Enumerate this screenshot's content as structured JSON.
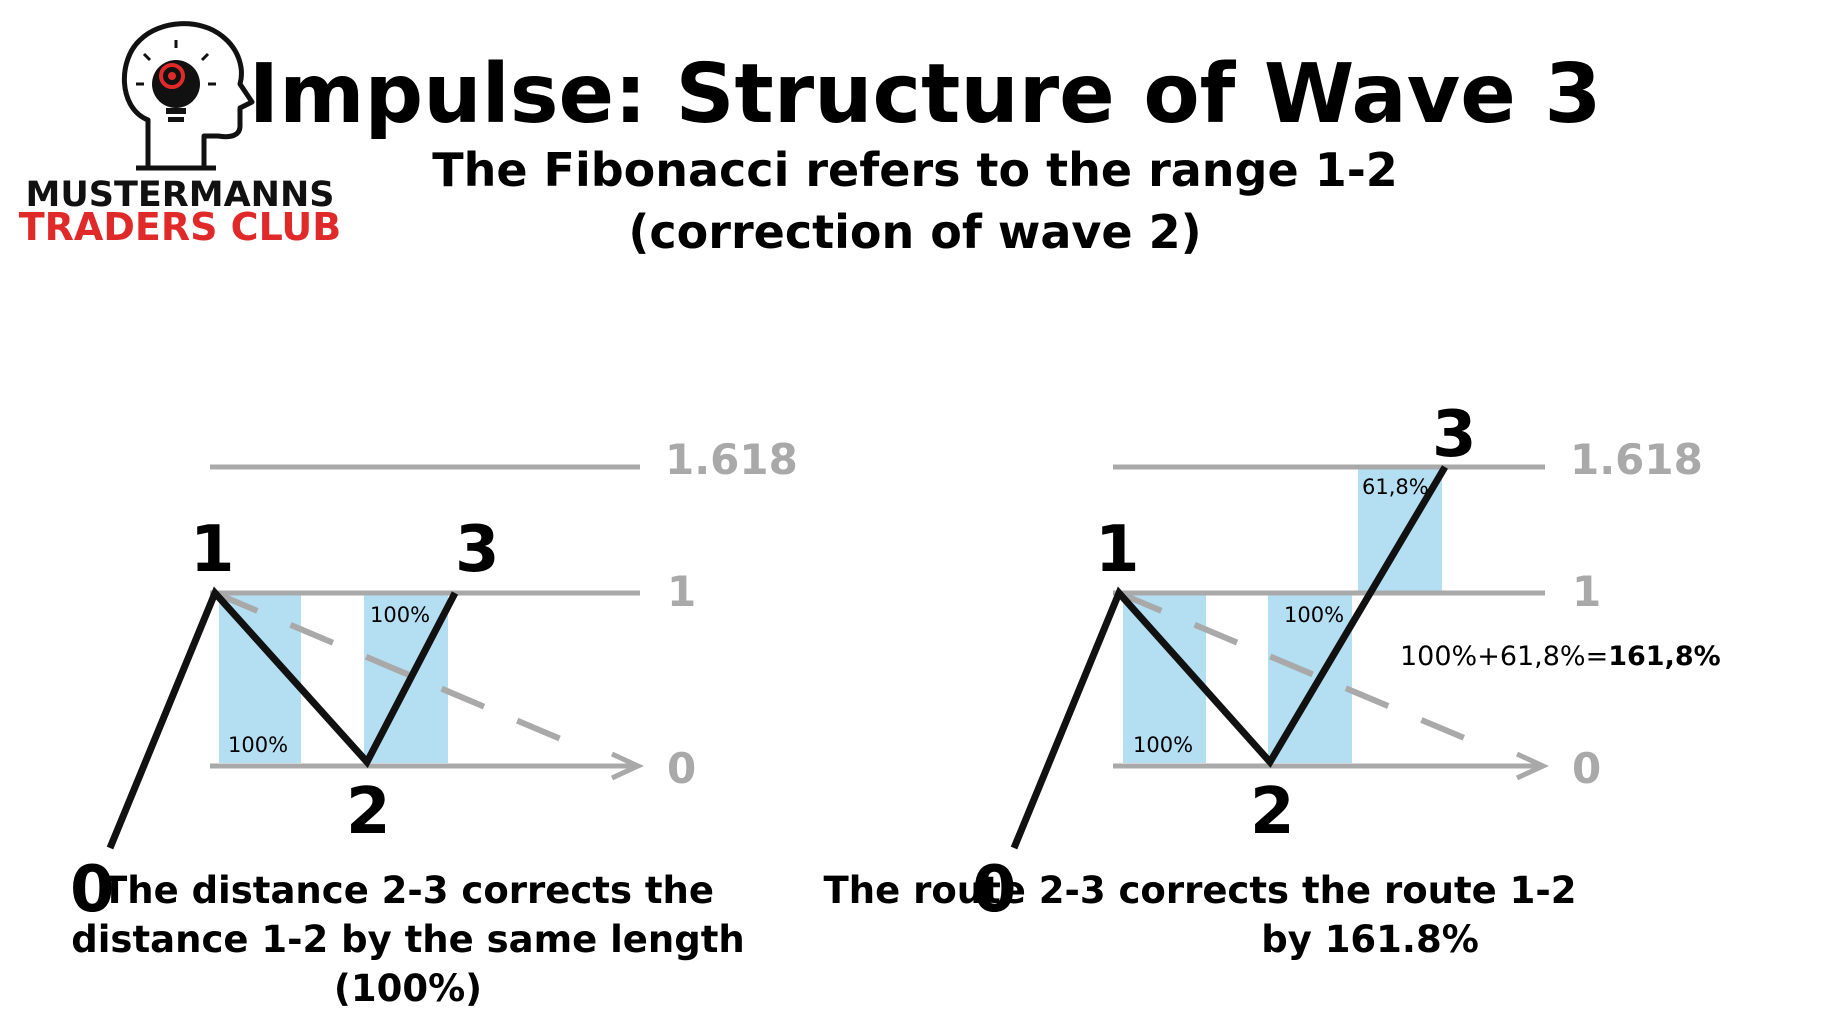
{
  "header": {
    "title": "Impulse: Structure of Wave 3",
    "subtitle_line1": "The Fibonacci refers to the range 1-2",
    "subtitle_line2": "(correction of wave 2)"
  },
  "logo": {
    "line1": "MUSTERMANNS",
    "line2": "TRADERS CLUB",
    "icon": "lightbulb-head-icon"
  },
  "colors": {
    "accent_red": "#e02a2a",
    "band_blue": "#b4def2",
    "level_gray": "#a9a9a9",
    "wave_black": "#111111"
  },
  "left_diagram": {
    "level_labels": {
      "l1618": "1.618",
      "l1": "1",
      "l0": "0"
    },
    "wave_labels": {
      "w0": "0",
      "w1": "1",
      "w2": "2",
      "w3": "3"
    },
    "band_labels": {
      "a": "100%",
      "b": "100%"
    },
    "caption_line1": "The distance 2-3 corrects the",
    "caption_line2": "distance 1-2 by the same length",
    "caption_line3": "(100%)"
  },
  "right_diagram": {
    "level_labels": {
      "l1618": "1.618",
      "l1": "1",
      "l0": "0"
    },
    "wave_labels": {
      "w0": "0",
      "w1": "1",
      "w2": "2",
      "w3": "3"
    },
    "band_labels": {
      "a": "100%",
      "b": "100%",
      "c": "61,8%"
    },
    "sum_label_prefix": "100%+61,8%=",
    "sum_label_bold": "161,8%",
    "caption_line1": "The route 2-3 corrects the route 1-2",
    "caption_line2": "by 161.8%"
  }
}
